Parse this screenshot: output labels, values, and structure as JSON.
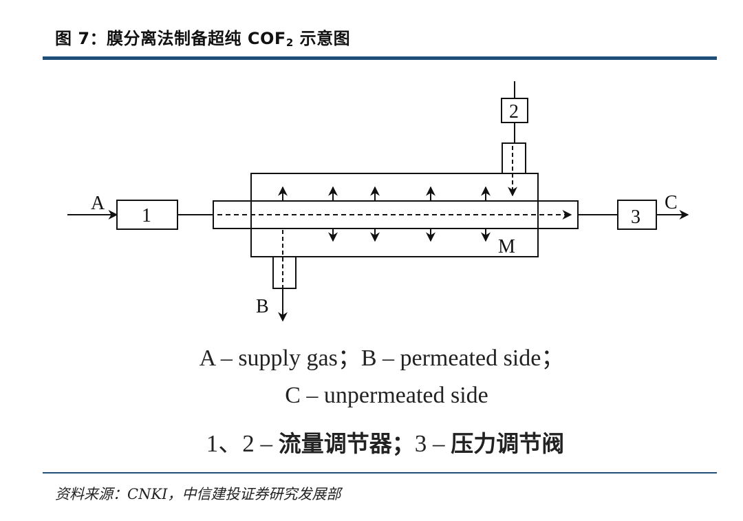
{
  "header": {
    "title_main": "图 7：膜分离法制备超纯 COF",
    "title_sub": "2",
    "title_tail": " 示意图"
  },
  "diagram": {
    "labels": {
      "A": "A",
      "B": "B",
      "C": "C",
      "M": "M",
      "box1": "1",
      "box2": "2",
      "box3": "3"
    }
  },
  "captions": {
    "line1": "A – supply gas；B – permeated side；",
    "line2": "C – unpermeated side",
    "line3_num1": "1、2 – ",
    "line3_cjk1": "流量调节器；",
    "line3_num2": "3 – ",
    "line3_cjk2": "压力调节阀"
  },
  "footer": {
    "source": "资料来源：CNKI，中信建投证券研究发展部"
  },
  "colors": {
    "accent_rule": "#1f4e79",
    "line": "#111111"
  }
}
